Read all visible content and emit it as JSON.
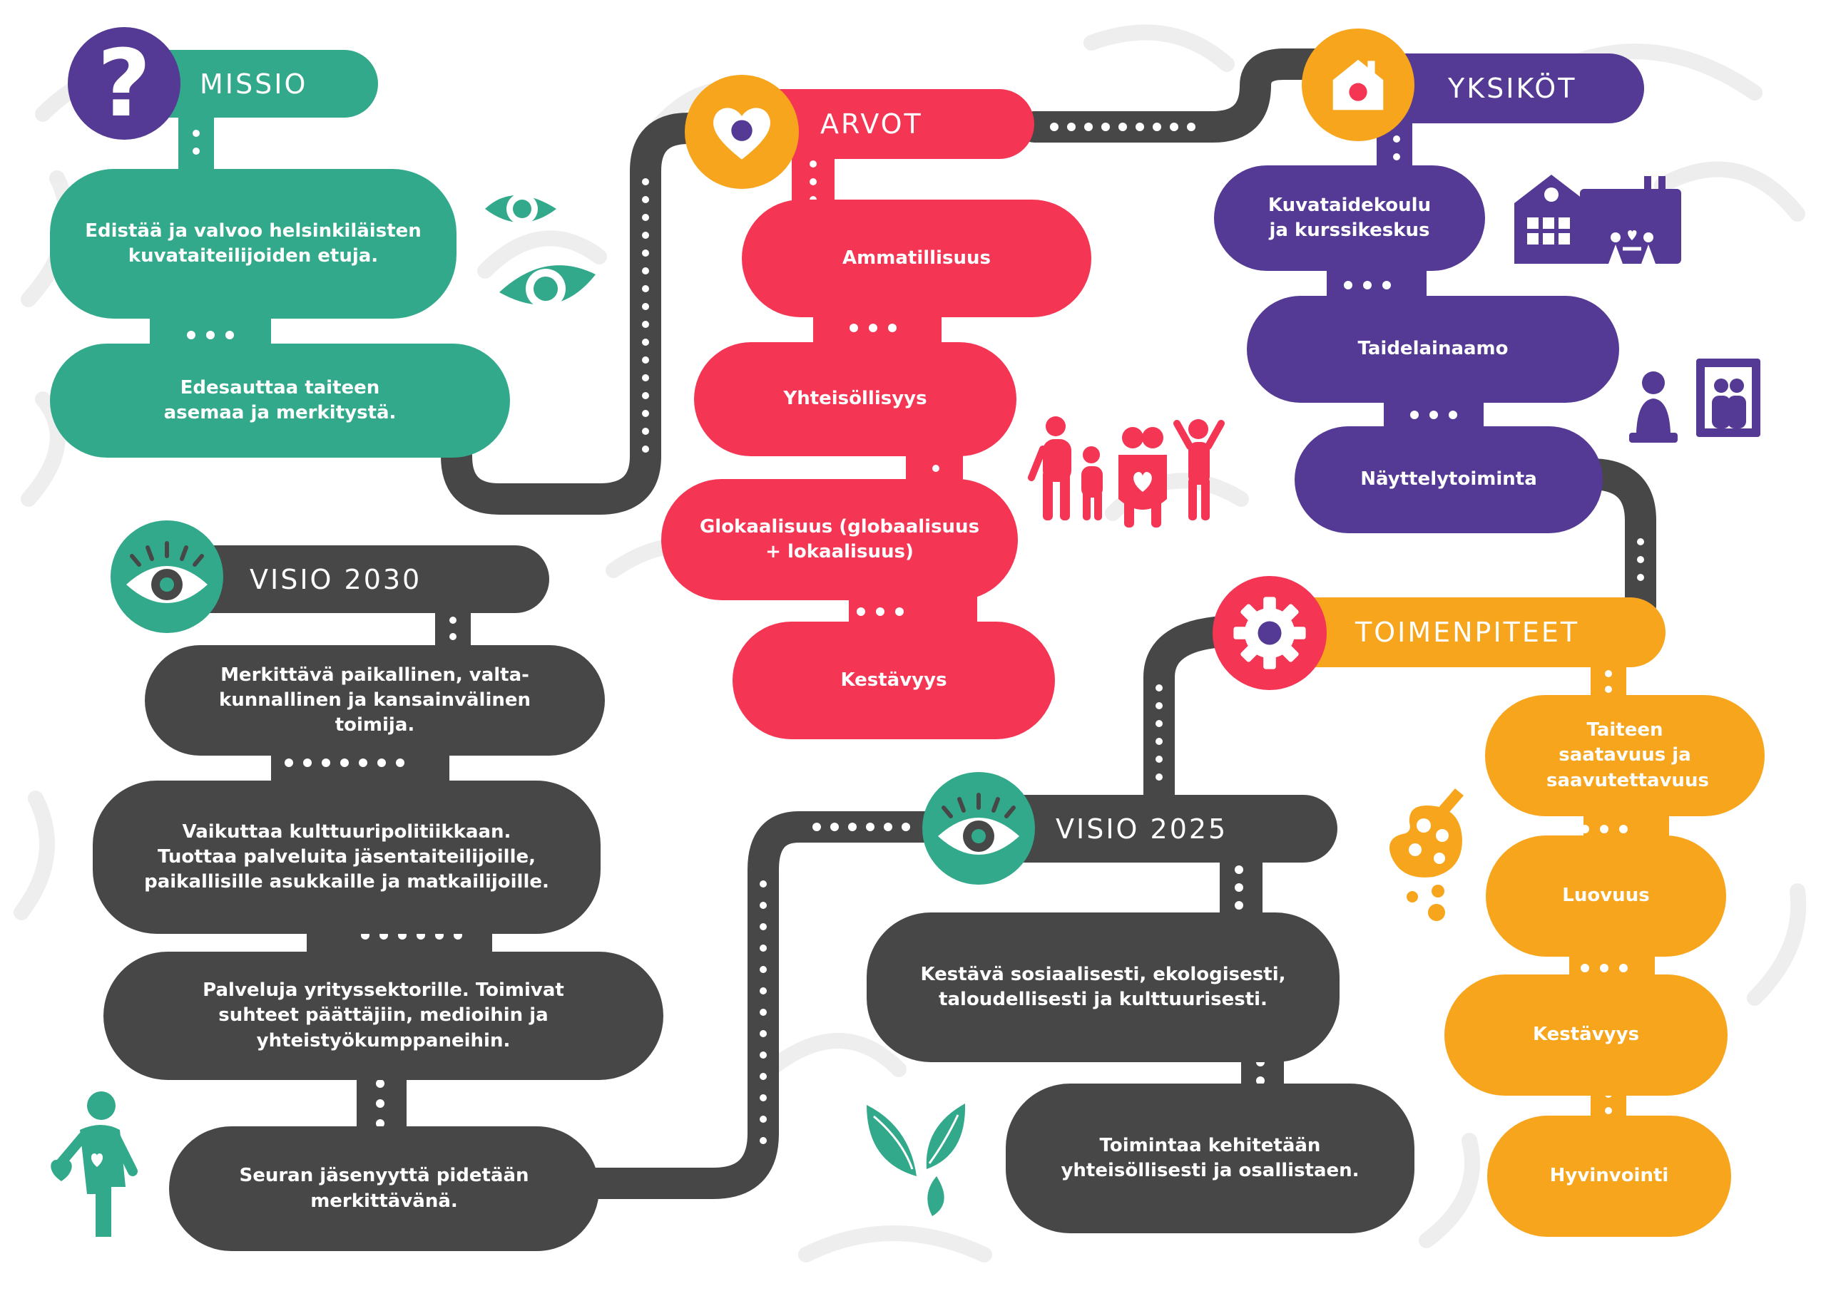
{
  "colors": {
    "teal": "#31a98a",
    "red": "#f43554",
    "purple": "#543a94",
    "dark": "#474747",
    "orange": "#f7a51c"
  },
  "missio": {
    "title": "MISSIO",
    "icon": "question-icon",
    "items": [
      "Edistää ja valvoo helsinkiläisten kuvataiteilijoiden etuja.",
      "Edesauttaa taiteen asemaa ja merkitystä."
    ]
  },
  "arvot": {
    "title": "ARVOT",
    "icon": "heart-icon",
    "items": [
      "Ammatillisuus",
      "Yhteisöllisyys",
      "Glokaalisuus (globaalisuus + lokaalisuus)",
      "Kestävyys"
    ]
  },
  "yksikot": {
    "title": "YKSIKÖT",
    "icon": "house-icon",
    "items": [
      "Kuvataidekoulu ja kurssikeskus",
      "Taidelainaamo",
      "Näyttelytoiminta"
    ]
  },
  "visio2030": {
    "title": "VISIO 2030",
    "icon": "eye-icon",
    "items": [
      "Merkittävä paikallinen, valta-kunnallinen ja kansainvälinen toimija.",
      "Vaikuttaa kulttuuripolitiikkaan. Tuottaa palveluita jäsentaiteilijoille, paikallisille asukkaille ja matkailijoille.",
      "Palveluja yrityssektorille. Toimivat suhteet päättäjiin, medioihin ja yhteistyökumppaneihin.",
      "Seuran jäsenyyttä pidetään merkittävänä."
    ]
  },
  "visio2025": {
    "title": "VISIO 2025",
    "icon": "eye-icon",
    "items": [
      "Kestävä sosiaalisesti, ekologisesti, taloudellisesti ja kulttuurisesti.",
      "Toimintaa kehitetään yhteisöllisesti ja osallistaen."
    ]
  },
  "toimenpiteet": {
    "title": "TOIMENPITEET",
    "icon": "gear-icon",
    "items": [
      "Taiteen saatavuus ja saavutettavuus",
      "Luovuus",
      "Kestävyys",
      "Hyvinvointi"
    ]
  },
  "decor_icons": [
    "eyes-icon",
    "family-icon",
    "school-building-icon",
    "bust-and-portrait-icon",
    "palette-icon",
    "leaves-icon",
    "person-with-heart-icon"
  ]
}
